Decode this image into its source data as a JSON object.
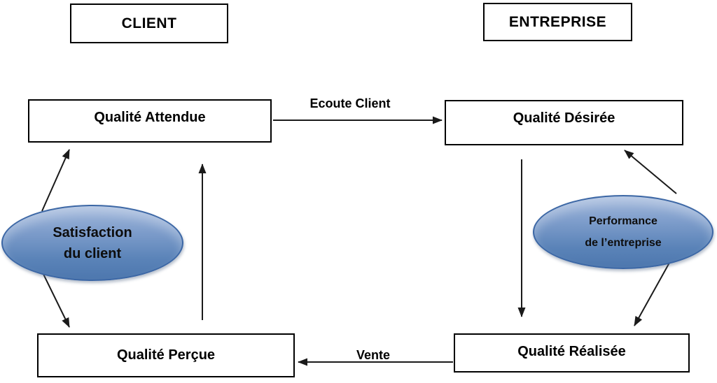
{
  "headers": {
    "client": "CLIENT",
    "entreprise": "ENTREPRISE"
  },
  "boxes": {
    "qualite_attendue": "Qualité Attendue",
    "qualite_desiree": "Qualité Désirée",
    "qualite_percue": "Qualité Perçue",
    "qualite_realisee": "Qualité Réalisée"
  },
  "arrow_labels": {
    "ecoute_client": "Ecoute Client",
    "vente": "Vente"
  },
  "ellipses": {
    "satisfaction": {
      "line1": "Satisfaction",
      "line2": "du client"
    },
    "performance": {
      "line1": "Performance",
      "line2": "de l’entreprise"
    }
  },
  "connections": [
    {
      "from": "qualite_attendue",
      "to": "qualite_desiree",
      "label": "Ecoute Client",
      "direction": "right"
    },
    {
      "from": "qualite_desiree",
      "to": "qualite_realisee",
      "label": "",
      "direction": "down"
    },
    {
      "from": "qualite_realisee",
      "to": "qualite_percue",
      "label": "Vente",
      "direction": "left"
    },
    {
      "from": "qualite_percue",
      "to": "qualite_attendue",
      "label": "",
      "direction": "up"
    },
    {
      "from": "satisfaction_du_client",
      "to": "qualite_attendue",
      "label": "",
      "direction": "up"
    },
    {
      "from": "satisfaction_du_client",
      "to": "qualite_percue",
      "label": "",
      "direction": "down"
    },
    {
      "from": "performance_de_l_entreprise",
      "to": "qualite_desiree",
      "label": "",
      "direction": "up"
    },
    {
      "from": "performance_de_l_entreprise",
      "to": "qualite_realisee",
      "label": "",
      "direction": "down"
    }
  ],
  "colors": {
    "background": "#ffffff",
    "box_border": "#000000",
    "text": "#000000",
    "line": "#1a1a1a",
    "ellipse_gradient_top": "#a3b9dc",
    "ellipse_gradient_bottom": "#4d77ae",
    "ellipse_border": "#3c67a5"
  }
}
